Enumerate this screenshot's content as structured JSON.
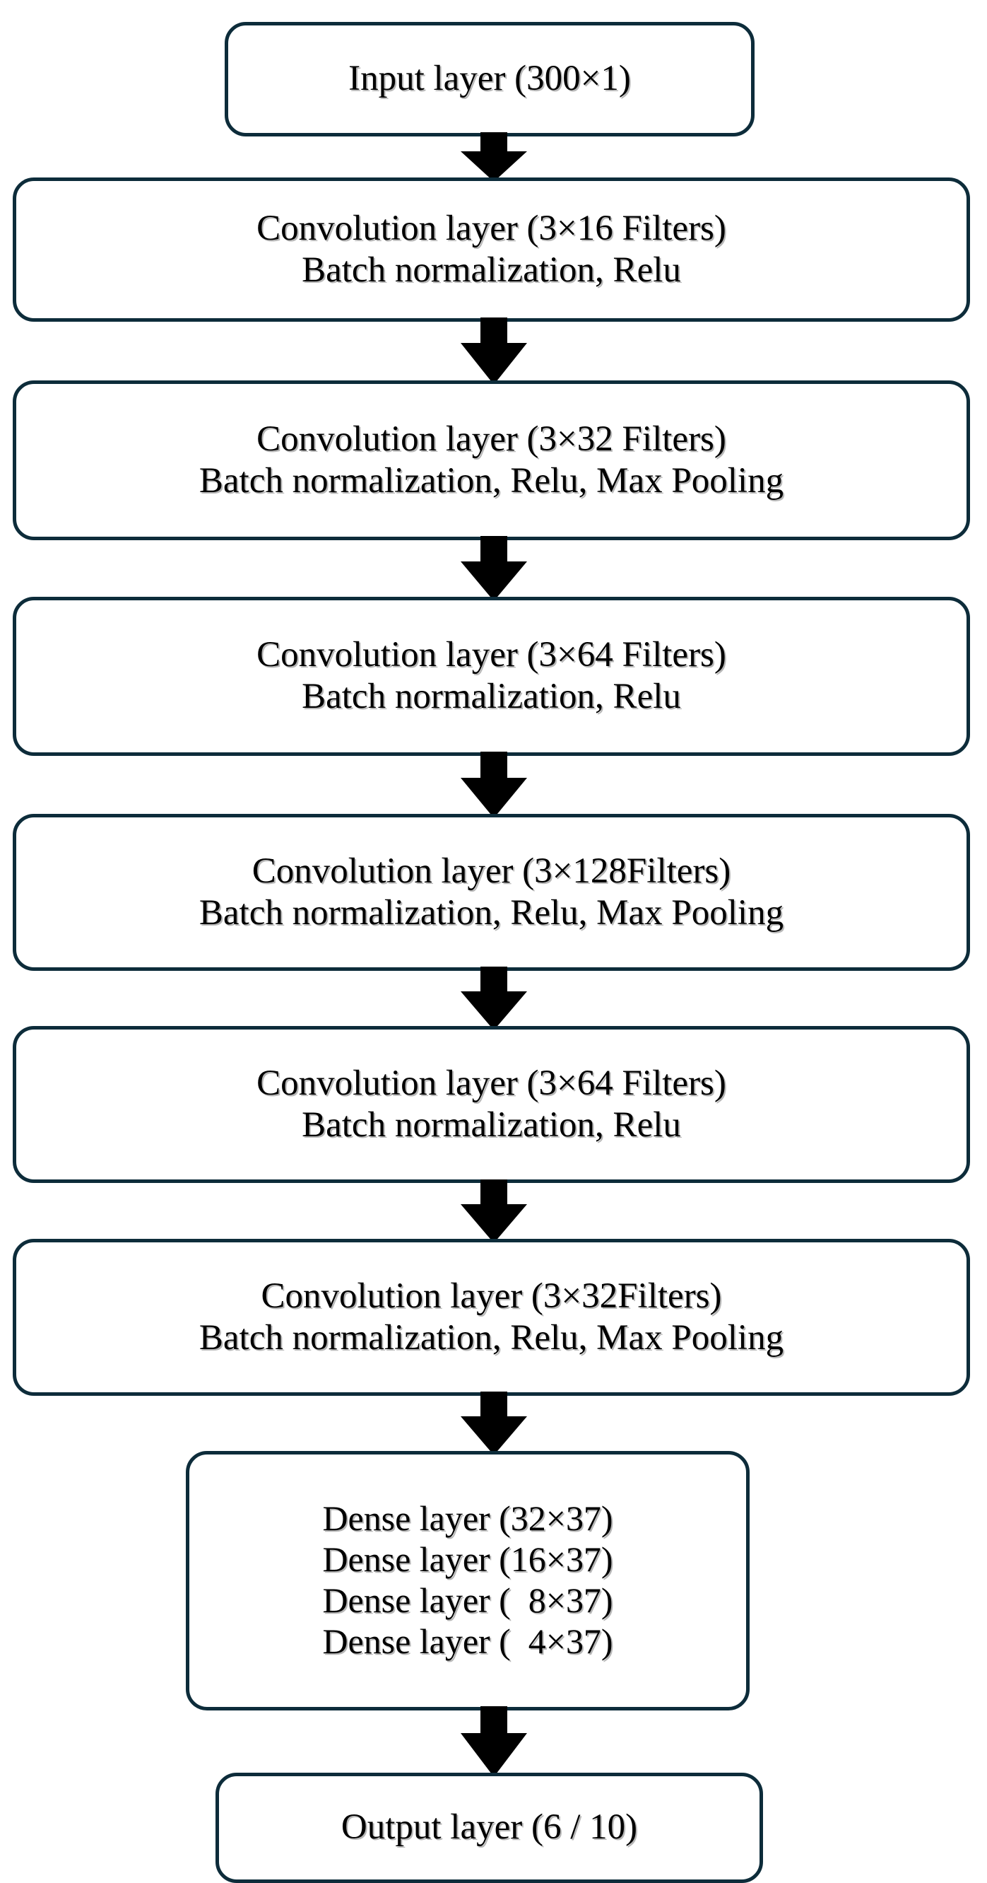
{
  "diagram": {
    "title": "CNN architecture flowchart",
    "colors": {
      "box_border": "#0d2c3a",
      "box_fill": "#ffffff",
      "arrow": "#000000",
      "text": "#000000"
    },
    "nodes": [
      {
        "id": "input-layer",
        "lines": [
          "Input layer (300×1)"
        ]
      },
      {
        "id": "conv-layer-16",
        "lines": [
          "Convolution layer (3×16 Filters)",
          "Batch normalization, Relu"
        ]
      },
      {
        "id": "conv-layer-32",
        "lines": [
          "Convolution layer (3×32 Filters)",
          "Batch normalization, Relu, Max Pooling"
        ]
      },
      {
        "id": "conv-layer-64-a",
        "lines": [
          "Convolution layer (3×64 Filters)",
          "Batch normalization, Relu"
        ]
      },
      {
        "id": "conv-layer-128",
        "lines": [
          "Convolution layer (3×128Filters)",
          "Batch normalization, Relu, Max Pooling"
        ]
      },
      {
        "id": "conv-layer-64-b",
        "lines": [
          "Convolution layer (3×64 Filters)",
          "Batch normalization, Relu"
        ]
      },
      {
        "id": "conv-layer-32-b",
        "lines": [
          "Convolution layer (3×32Filters)",
          "Batch normalization, Relu, Max Pooling"
        ]
      },
      {
        "id": "dense-layers",
        "lines": [
          "Dense layer (32×37)",
          "Dense layer (16×37)",
          "Dense layer (  8×37)",
          "Dense layer (  4×37)"
        ]
      },
      {
        "id": "output-layer",
        "lines": [
          "Output layer (6 / 10)"
        ]
      }
    ],
    "arrows": [
      {
        "id": "arrow-input-to-conv16",
        "from": "input-layer",
        "to": "conv-layer-16"
      },
      {
        "id": "arrow-conv16-to-conv32",
        "from": "conv-layer-16",
        "to": "conv-layer-32"
      },
      {
        "id": "arrow-conv32-to-conv64a",
        "from": "conv-layer-32",
        "to": "conv-layer-64-a"
      },
      {
        "id": "arrow-conv64a-to-conv128",
        "from": "conv-layer-64-a",
        "to": "conv-layer-128"
      },
      {
        "id": "arrow-conv128-to-conv64b",
        "from": "conv-layer-128",
        "to": "conv-layer-64-b"
      },
      {
        "id": "arrow-conv64b-to-conv32b",
        "from": "conv-layer-64-b",
        "to": "conv-layer-32-b"
      },
      {
        "id": "arrow-conv32b-to-dense",
        "from": "conv-layer-32-b",
        "to": "dense-layers"
      },
      {
        "id": "arrow-dense-to-output",
        "from": "dense-layers",
        "to": "output-layer"
      }
    ]
  }
}
